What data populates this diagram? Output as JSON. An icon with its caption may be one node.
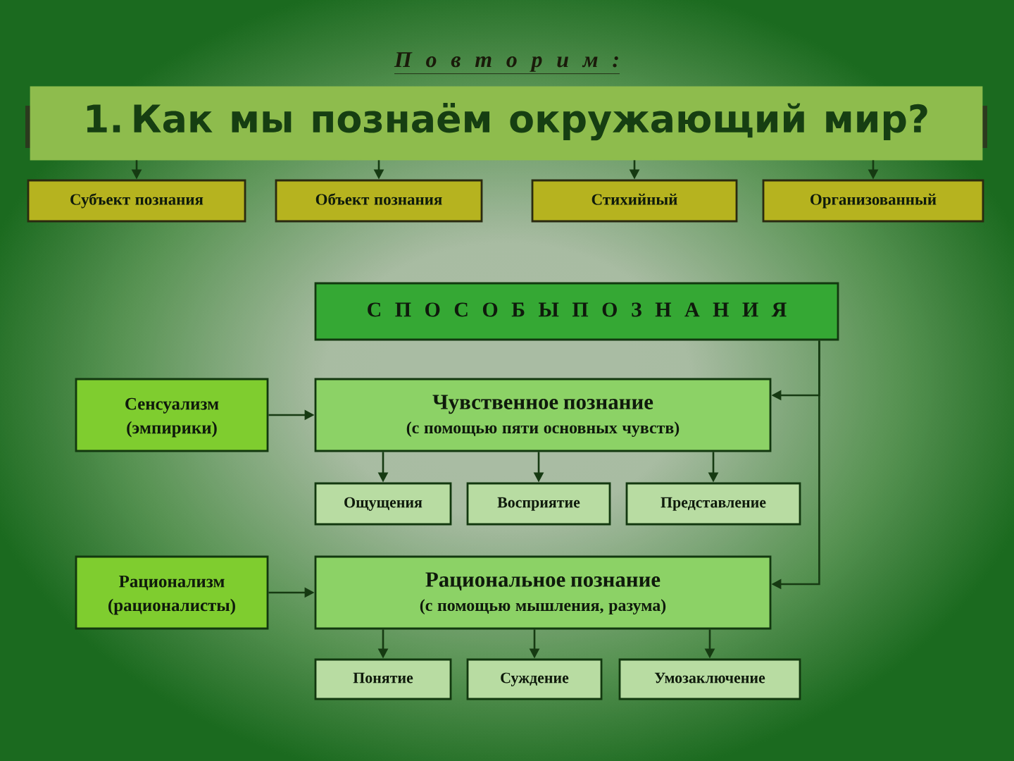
{
  "diagram": {
    "title": "П о в т о р и м :",
    "nodes": [
      {
        "text": [
          "1. Как мы познаём окружающий мир?"
        ]
      },
      {
        "text": [
          "Субъект познания"
        ]
      },
      {
        "text": [
          "Объект познания"
        ]
      },
      {
        "text": [
          "Стихийный"
        ]
      },
      {
        "text": [
          "Организованный"
        ]
      },
      {
        "text": [
          "С П О С О Б Ы П О З Н А Н И Я"
        ]
      },
      {
        "text": [
          "Сенсуализм (эмпирики)"
        ]
      },
      {
        "text": [
          "Чувственное познание",
          "(с помощью пяти основных чувств)"
        ]
      },
      {
        "text": [
          "Ощущения"
        ]
      },
      {
        "text": [
          "Восприятие"
        ]
      },
      {
        "text": [
          "Представление"
        ]
      },
      {
        "text": [
          "Рационализм (рационалисты)"
        ]
      },
      {
        "text": [
          "Рациональное познание",
          "(с помощью мышления, разума)"
        ]
      },
      {
        "text": [
          "Понятие"
        ]
      },
      {
        "text": [
          "Суждение"
        ]
      },
      {
        "text": [
          "Умозаключение"
        ]
      }
    ],
    "edges": [
      {
        "from": 0,
        "to": 1,
        "arrow": "to"
      },
      {
        "from": 0,
        "to": 2,
        "arrow": "to"
      },
      {
        "from": 0,
        "to": 3,
        "arrow": "to"
      },
      {
        "from": 0,
        "to": 4,
        "arrow": "to"
      },
      {
        "from": 6,
        "to": 7,
        "arrow": "to"
      },
      {
        "from": 5,
        "to": 7,
        "arrow": "to"
      },
      {
        "from": 5,
        "to": 12,
        "arrow": "to"
      },
      {
        "from": 7,
        "to": 8,
        "arrow": "to"
      },
      {
        "from": 7,
        "to": 9,
        "arrow": "to"
      },
      {
        "from": 7,
        "to": 10,
        "arrow": "to"
      },
      {
        "from": 11,
        "to": 12,
        "arrow": "to"
      },
      {
        "from": 12,
        "to": 13,
        "arrow": "to"
      },
      {
        "from": 12,
        "to": 14,
        "arrow": "to"
      },
      {
        "from": 12,
        "to": 15,
        "arrow": "to"
      }
    ]
  }
}
